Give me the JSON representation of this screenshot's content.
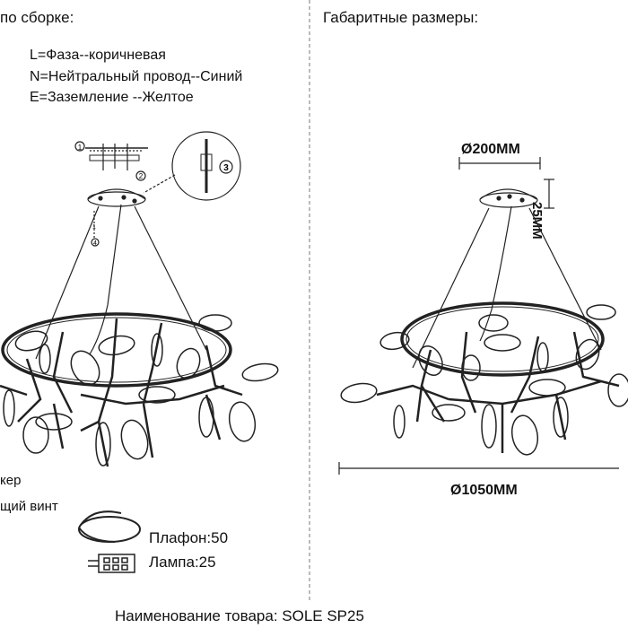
{
  "left_panel": {
    "heading": "по сборке:",
    "wiring": [
      "L=Фаза--коричневая",
      "N=Нейтральный провод--Синий",
      "E=Заземление --Желтое"
    ],
    "callout_number": "3",
    "bracket_numbers": [
      "1",
      "2"
    ],
    "small_numbers": [
      "1",
      "4"
    ],
    "notes": [
      "кер",
      "щий винт"
    ],
    "shade_label": "Плафон:50",
    "lamp_label": "Лампа:25"
  },
  "right_panel": {
    "heading": "Габаритные размеры:",
    "canopy_diameter": "Ø200MM",
    "canopy_height": "25MM",
    "overall_diameter": "Ø1050MM"
  },
  "footer": {
    "product_name": "Наименование товара: SOLE SP25"
  }
}
